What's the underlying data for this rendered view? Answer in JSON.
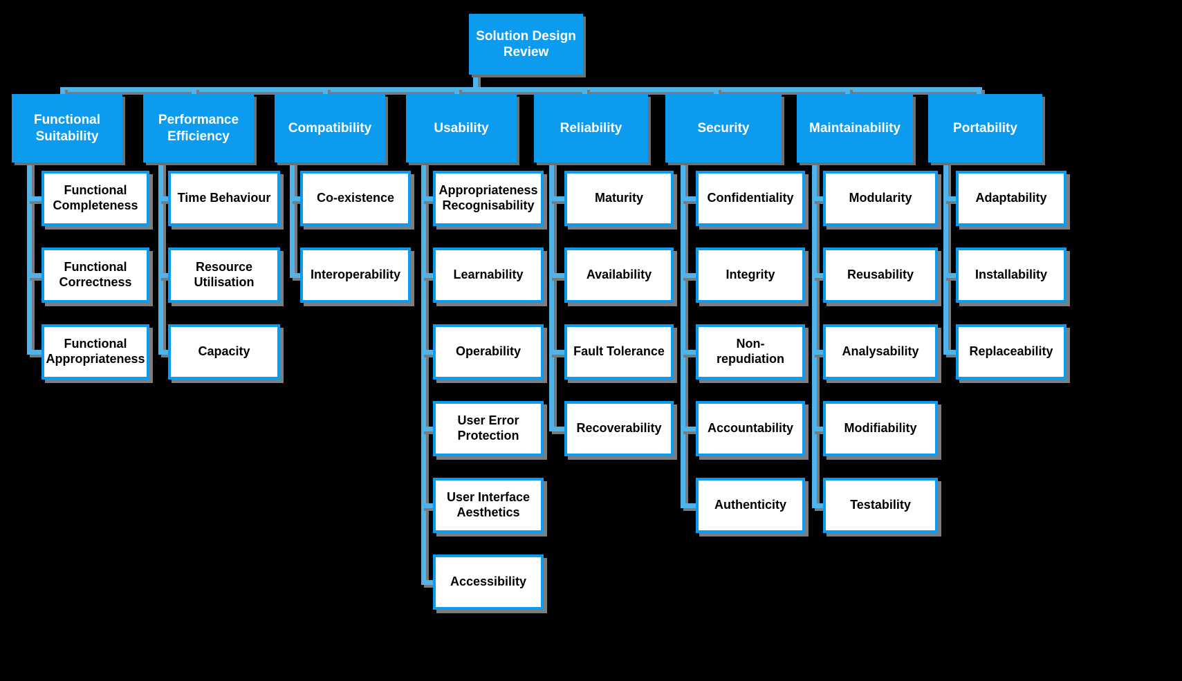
{
  "diagram": {
    "title": "Solution Design Review",
    "type": "hierarchy-tree",
    "colors": {
      "background": "#000000",
      "node_blue": "#0d9bf0",
      "node_white": "#ffffff",
      "connector": "#4fb3ec",
      "shadow": "#7a7a7a",
      "blue_text": "#ffffff",
      "white_text": "#000000"
    },
    "root": {
      "label": "Solution Design Review"
    },
    "categories": [
      {
        "label": "Functional Suitability",
        "children": [
          {
            "label": "Functional Completeness"
          },
          {
            "label": "Functional Correctness"
          },
          {
            "label": "Functional Appropriateness"
          }
        ]
      },
      {
        "label": "Performance Efficiency",
        "children": [
          {
            "label": "Time Behaviour"
          },
          {
            "label": "Resource Utilisation"
          },
          {
            "label": "Capacity"
          }
        ]
      },
      {
        "label": "Compatibility",
        "children": [
          {
            "label": "Co-existence"
          },
          {
            "label": "Interoperability"
          }
        ]
      },
      {
        "label": "Usability",
        "children": [
          {
            "label": "Appropriateness Recognisability"
          },
          {
            "label": "Learnability"
          },
          {
            "label": "Operability"
          },
          {
            "label": "User Error Protection"
          },
          {
            "label": "User Interface Aesthetics"
          },
          {
            "label": "Accessibility"
          }
        ]
      },
      {
        "label": "Reliability",
        "children": [
          {
            "label": "Maturity"
          },
          {
            "label": "Availability"
          },
          {
            "label": "Fault Tolerance"
          },
          {
            "label": "Recoverability"
          }
        ]
      },
      {
        "label": "Security",
        "children": [
          {
            "label": "Confidentiality"
          },
          {
            "label": "Integrity"
          },
          {
            "label": "Non-repudiation"
          },
          {
            "label": "Accountability"
          },
          {
            "label": "Authenticity"
          }
        ]
      },
      {
        "label": "Maintainability",
        "children": [
          {
            "label": "Modularity"
          },
          {
            "label": "Reusability"
          },
          {
            "label": "Analysability"
          },
          {
            "label": "Modifiability"
          },
          {
            "label": "Testability"
          }
        ]
      },
      {
        "label": "Portability",
        "children": [
          {
            "label": "Adaptability"
          },
          {
            "label": "Installability"
          },
          {
            "label": "Replaceability"
          }
        ]
      }
    ]
  }
}
